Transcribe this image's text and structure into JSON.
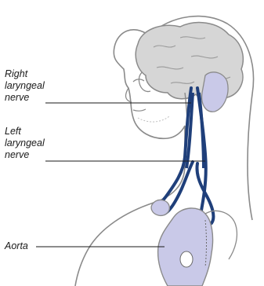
{
  "labels": {
    "right_laryngeal_nerve": [
      "Right",
      "laryngeal",
      "nerve"
    ],
    "left_laryngeal_nerve": [
      "Left",
      "laryngeal",
      "nerve"
    ],
    "aorta": "Aorta"
  },
  "colors": {
    "outline": "#8a8a8a",
    "brain": "#d6d6d6",
    "organ_fill": "#c9c9e8",
    "nerve": "#1f3f7a",
    "leader": "#1a1a1a"
  }
}
